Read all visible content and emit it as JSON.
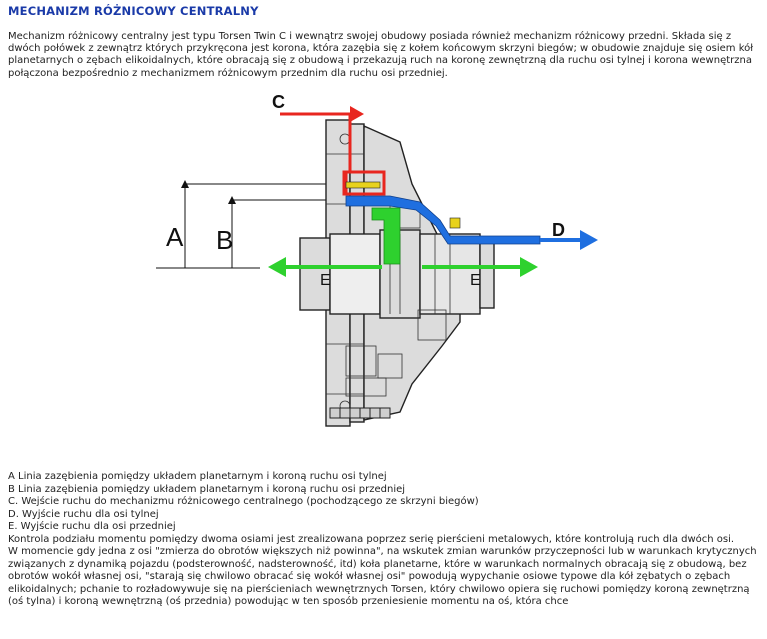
{
  "page": {
    "title": "MECHANIZM RÓŻNICOWY CENTRALNY",
    "intro": "Mechanizm różnicowy centralny jest typu Torsen Twin C i wewnątrz swojej obudowy posiada również mechanizm różnicowy przedni. Składa się z dwóch połówek z zewnątrz których przykręcona jest korona, która zazębia się z kołem końcowym skrzyni biegów; w obudowie znajduje się osiem kół planetarnych o zębach elikoidalnych, które obracają się z obudową i przekazują ruch na koronę zewnętrzną dla ruchu osi tylnej i korona wewnętrzna połączona bezpośrednio z mechanizmem różnicowym przednim dla ruchu osi przedniej."
  },
  "figure": {
    "labels": {
      "a": "A",
      "b": "B",
      "c": "C",
      "d": "D",
      "e_left": "E",
      "e_right": "E"
    },
    "colors": {
      "red": "#e8261f",
      "blue": "#1f6fe0",
      "green": "#2ed12e",
      "yellow": "#e8d21c",
      "housing": "#d9d9d9",
      "outline": "#222222"
    }
  },
  "legend": [
    "A Linia zazębienia pomiędzy układem planetarnym i koroną ruchu osi tylnej",
    "B Linia zazębienia pomiędzy układem planetarnym i koroną ruchu osi przedniej",
    "C. Wejście ruchu do mechanizmu różnicowego centralnego (pochodzącego ze skrzyni biegów)",
    "D. Wyjście ruchu dla osi tylnej",
    "E. Wyjście ruchu dla osi przedniej"
  ],
  "body": [
    "Kontrola podziału momentu pomiędzy dwoma osiami jest zrealizowana poprzez serię pierścieni metalowych, które kontrolują ruch dla dwóch osi.",
    "W momencie gdy jedna z osi \"zmierza do obrotów większych niż powinna\", na wskutek zmian warunków przyczepności lub w warunkach krytycznych związanych z dynamiką pojazdu (podsterowność, nadsterowność, itd) koła planetarne, które w warunkach normalnych obracają się z obudową, bez obrotów wokół własnej osi, \"starają się chwilowo obracać się wokół własnej osi\" powodują wypychanie osiowe typowe dla kół zębatych o zębach elikoidalnych; pchanie to rozładowywuje się na pierścieniach wewnętrznych Torsen, który chwilowo opiera się ruchowi pomiędzy koroną zewnętrzną (oś tylna) i koroną wewnętrzną (oś przednia) powodując w ten sposób przeniesienie momentu na oś, która chce"
  ]
}
